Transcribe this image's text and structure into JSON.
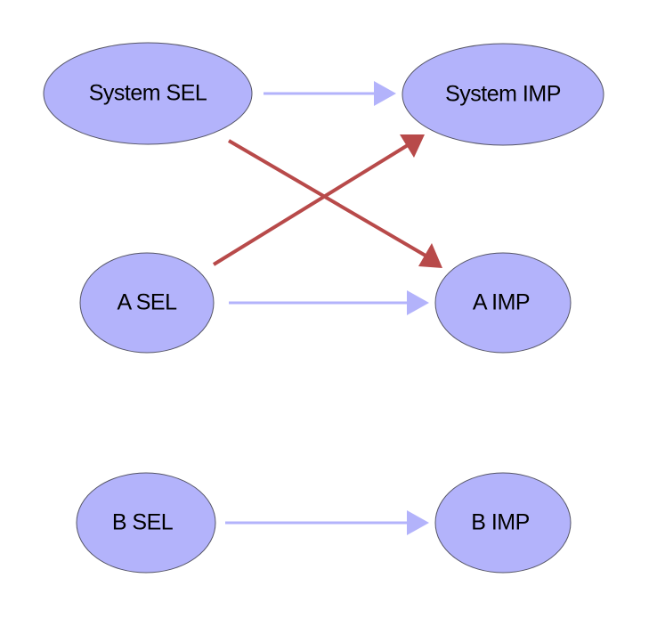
{
  "nodes": {
    "system_sel": "System SEL",
    "system_imp": "System IMP",
    "a_sel": "A SEL",
    "a_imp": "A IMP",
    "b_sel": "B SEL",
    "b_imp": "B IMP"
  },
  "colors": {
    "node_fill": "#b3b3fb",
    "node_stroke": "#555566",
    "straight_arrow": "#b3b3fb",
    "cross_arrow": "#b84a4a"
  },
  "edges": [
    {
      "from": "system_sel",
      "to": "system_imp",
      "style": "light"
    },
    {
      "from": "a_sel",
      "to": "a_imp",
      "style": "light"
    },
    {
      "from": "b_sel",
      "to": "b_imp",
      "style": "light"
    },
    {
      "from": "system_sel",
      "to": "a_imp",
      "style": "red"
    },
    {
      "from": "a_sel",
      "to": "system_imp",
      "style": "red"
    }
  ]
}
